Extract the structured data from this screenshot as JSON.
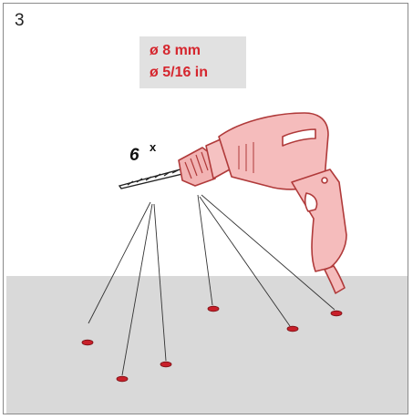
{
  "step_number": "3",
  "drill_bit": {
    "diameter_mm": "ø 8 mm",
    "diameter_in": "ø 5/16 in"
  },
  "hole_count": {
    "number": "6",
    "multiplier": "x"
  },
  "colors": {
    "accent_red": "#d5262e",
    "drill_body": "#f4b8b8",
    "drill_outline": "#b03a3a",
    "floor": "#d9d9d9",
    "spec_box": "#e1e1e1",
    "hole_marker": "#c8202a"
  },
  "icons": [
    "power-drill-icon",
    "drill-bit-icon",
    "drill-hole-marker-icon"
  ]
}
